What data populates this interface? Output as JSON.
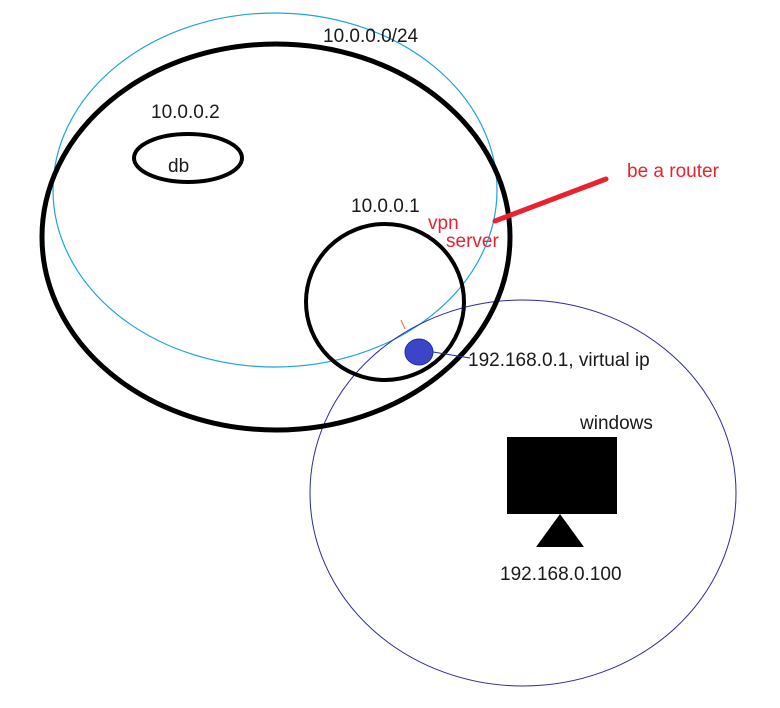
{
  "labels": {
    "subnet": "10.0.0.0/24",
    "db_ip": "10.0.0.2",
    "db_name": "db",
    "vpn_ip": "10.0.0.1",
    "vpn_line1": "vpn",
    "vpn_line2": "server",
    "router_note": "be a router",
    "virtual_ip": "192.168.0.1, virtual ip",
    "windows_name": "windows",
    "windows_ip": "192.168.0.100"
  },
  "colors": {
    "outline": "#000000",
    "subnet_outline": "#1fa4d8",
    "lan_outline": "#2b2b99",
    "accent_red": "#e8232f",
    "virtual_node": "#3b45c8",
    "virtual_node_stroke": "#1e2aa0",
    "small_mark": "#f07a3a",
    "monitor": "#000000"
  }
}
